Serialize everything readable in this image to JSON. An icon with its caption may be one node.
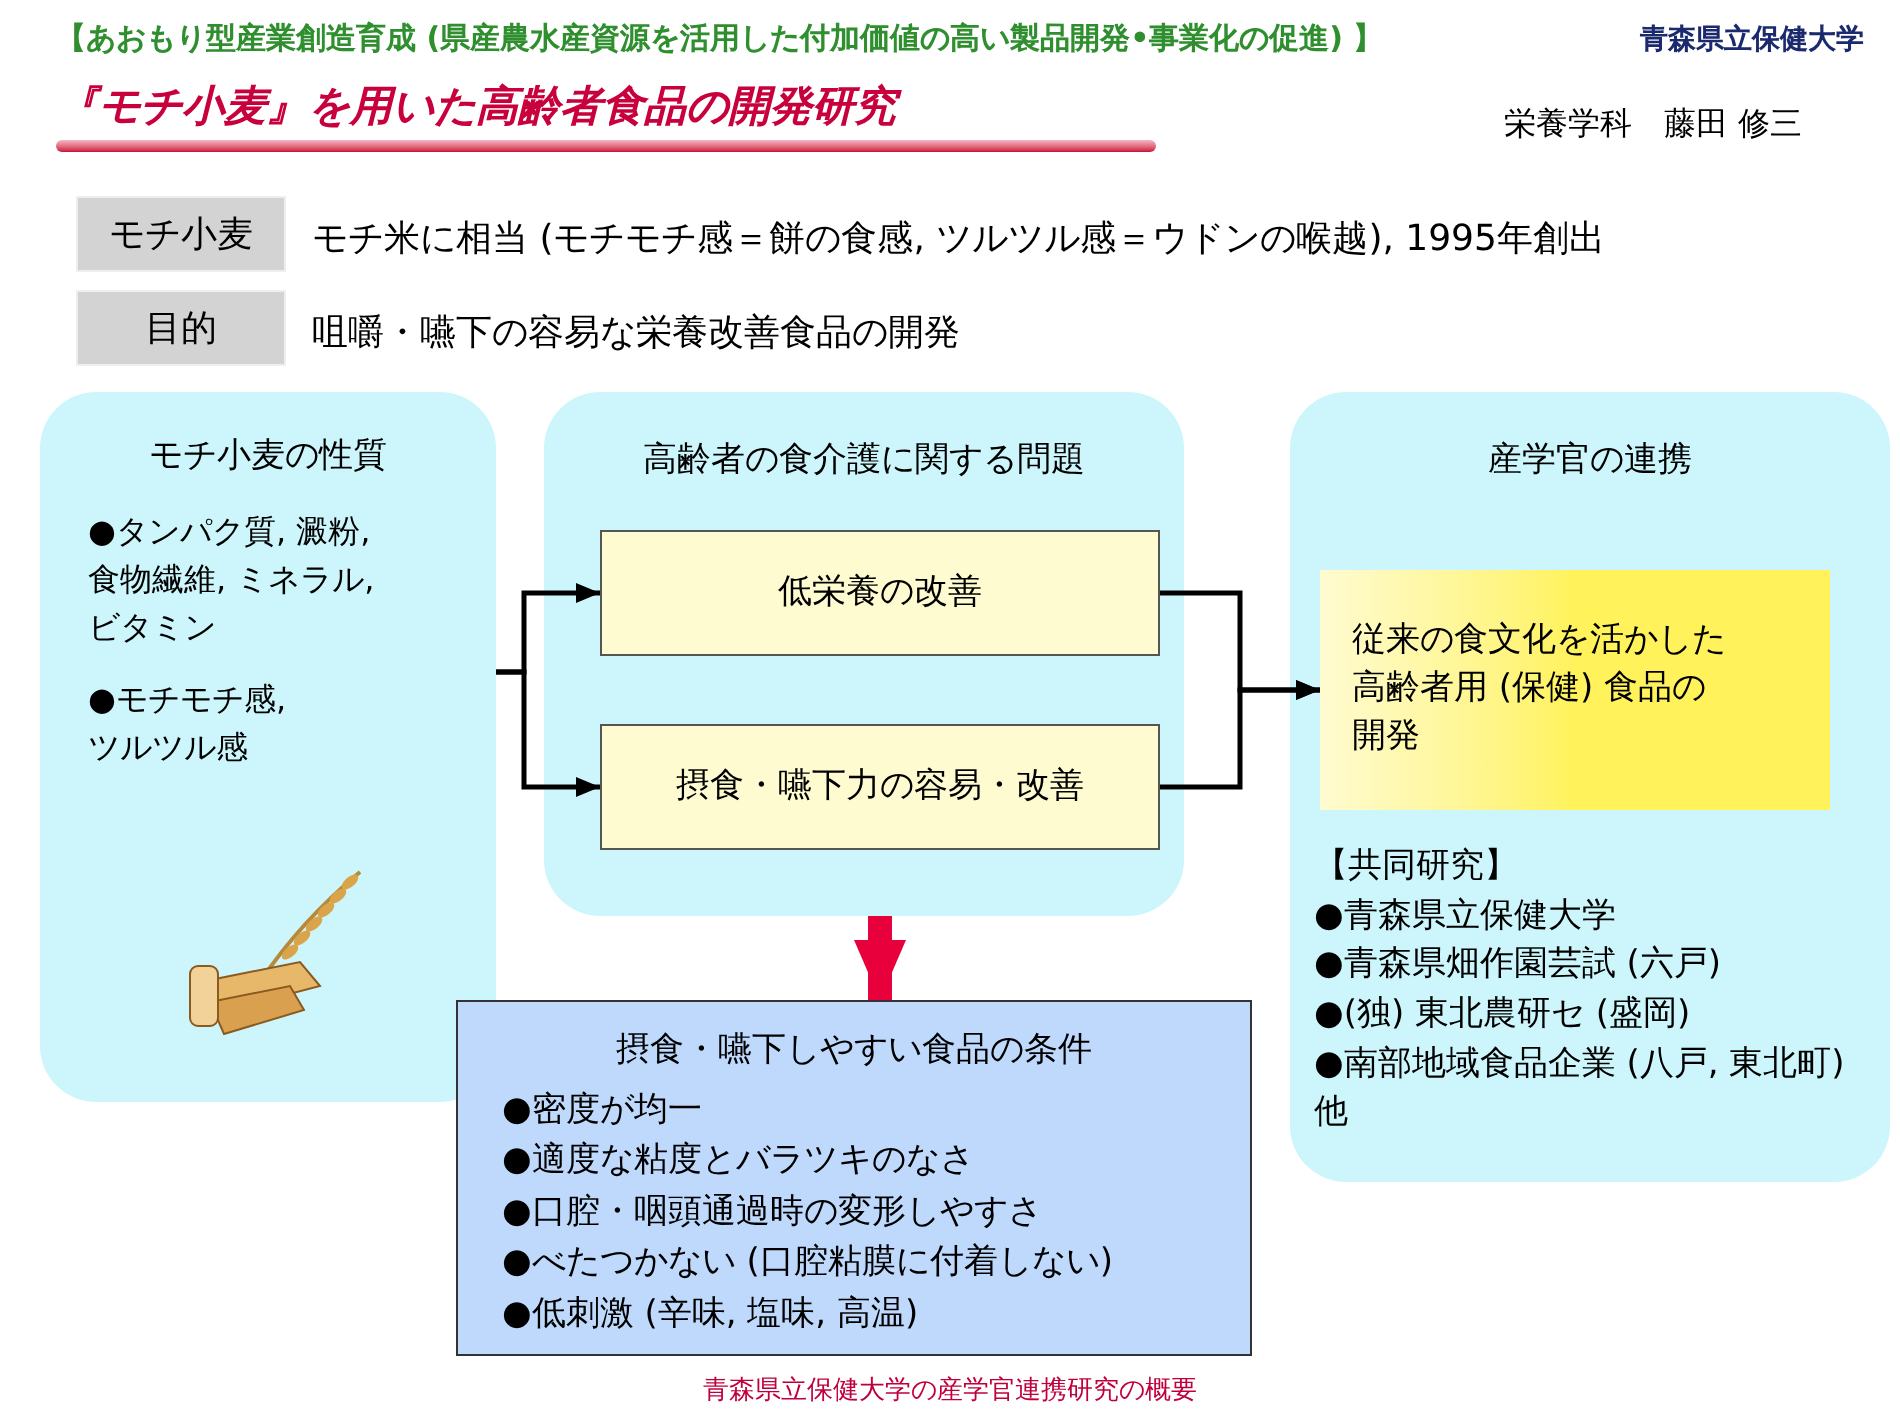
{
  "diagram": {
    "title": "『モチ小麦』を用いた高齢者食品の開発研究",
    "caption": "青森県立保健大学の産学官連携研究の概要",
    "nodes": [
      {
        "text": [
          "モチ小麦"
        ],
        "beside": [
          "モチ米に相当 (モチモチ感＝餅の食感, ツルツル感＝ウドンの喉越), 1995年創出"
        ]
      },
      {
        "text": [
          "目的"
        ],
        "beside": [
          "咀嚼・嚥下の容易な栄養改善食品の開発"
        ]
      },
      {
        "text": [
          "モチ小麦の性質",
          "●タンパク質, 澱粉, 食物繊維, ミネラル, ビタミン",
          "●モチモチ感, ツルツル感"
        ]
      },
      {
        "text": [
          "高齢者の食介護に関する問題"
        ]
      },
      {
        "text": [
          "低栄養の改善"
        ],
        "in": 3
      },
      {
        "text": [
          "摂食・嚥下力の容易・改善"
        ],
        "in": 3
      },
      {
        "text": [
          "産学官の連携",
          "【共同研究】",
          "●青森県立保健大学",
          "●青森県畑作園芸試 (六戸)",
          "●(独) 東北農研セ (盛岡)",
          "●南部地域食品企業 (八戸, 東北町) 他"
        ]
      },
      {
        "text": [
          "従来の食文化を活かした高齢者用 (保健) 食品の開発"
        ],
        "in": 6
      },
      {
        "text": [
          "摂食・嚥下しやすい食品の条件",
          "●密度が均一",
          "●適度な粘度とバラツキのなさ",
          "●口腔・咽頭通過時の変形しやすさ",
          "●べたつかない (口腔粘膜に付着しない)",
          "●低刺激 (辛味, 塩味, 高温)"
        ]
      }
    ],
    "edges": [
      {
        "from": 2,
        "to": 4,
        "arrow": "to"
      },
      {
        "from": 2,
        "to": 5,
        "arrow": "to"
      },
      {
        "from": 4,
        "to": 7,
        "arrow": "to"
      },
      {
        "from": 5,
        "to": 7,
        "arrow": "to"
      },
      {
        "from": 3,
        "to": 8,
        "arrow": "to",
        "style": "thick",
        "color": "#e8003c"
      }
    ],
    "labels": [
      "【あおもり型産業創造育成 (県産農水産資源を活用した付加価値の高い製品開発•事業化の促進) 】",
      "青森県立保健大学",
      "栄養学科　藤田 修三"
    ]
  }
}
